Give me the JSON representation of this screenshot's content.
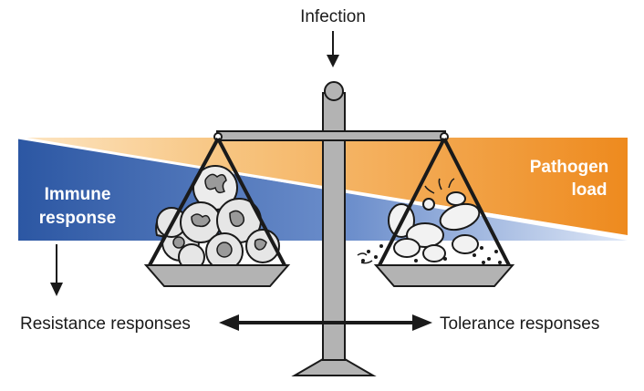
{
  "labels": {
    "infection": "Infection",
    "immune_line1": "Immune",
    "immune_line2": "response",
    "pathogen_line1": "Pathogen",
    "pathogen_line2": "load",
    "resistance": "Resistance responses",
    "tolerance": "Tolerance responses"
  },
  "colors": {
    "immune_blue": "#2f5ca8",
    "pathogen_orange": "#ee8a1e",
    "scale_gray": "#b3b3b3",
    "outline": "#1a1a1a"
  }
}
